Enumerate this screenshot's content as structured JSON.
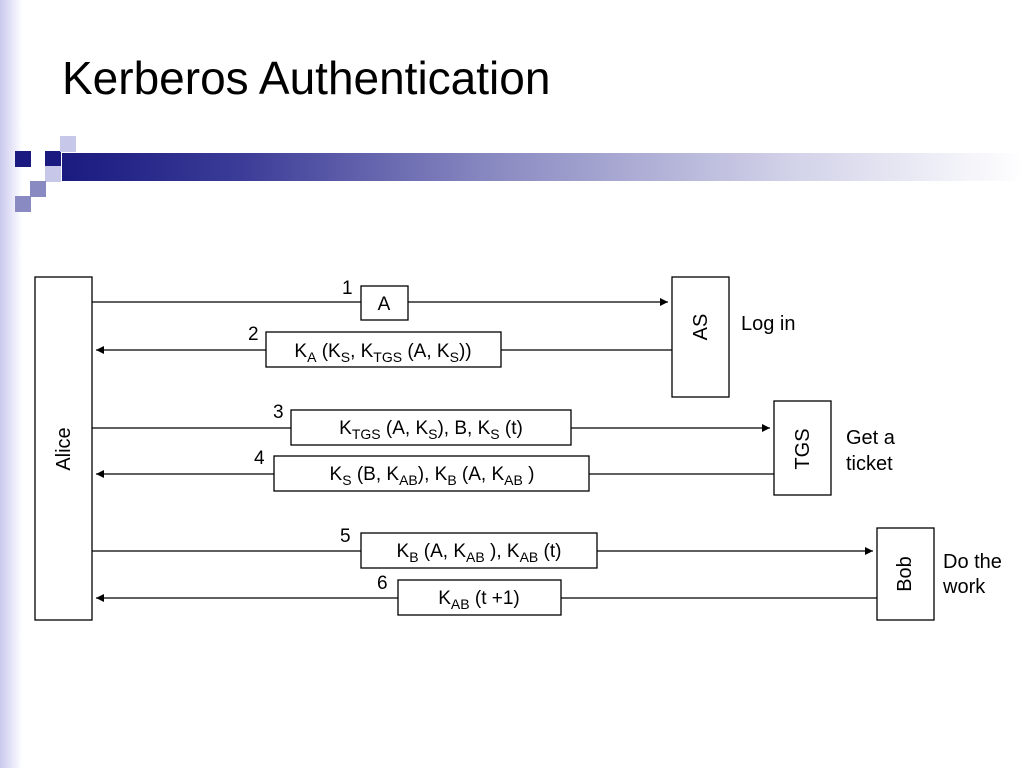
{
  "slide": {
    "title": "Kerberos Authentication"
  },
  "diagram": {
    "participants": {
      "alice": "Alice",
      "as": "AS",
      "tgs": "TGS",
      "bob": "Bob"
    },
    "side_labels": {
      "as": "Log in",
      "tgs_line1": "Get a",
      "tgs_line2": "ticket",
      "bob_line1": "Do the",
      "bob_line2": "work"
    },
    "messages": [
      {
        "number": "1",
        "direction": "right",
        "text": "A"
      },
      {
        "number": "2",
        "direction": "left",
        "text": "KA (KS, KTGS (A, KS))"
      },
      {
        "number": "3",
        "direction": "right",
        "text": "KTGS (A, KS), B, KS (t)"
      },
      {
        "number": "4",
        "direction": "left",
        "text": "KS (B, KAB), KB (A, KAB )"
      },
      {
        "number": "5",
        "direction": "right",
        "text": "KB (A, KAB ), KAB (t)"
      },
      {
        "number": "6",
        "direction": "left",
        "text": "KAB (t +1)"
      }
    ]
  },
  "colors": {
    "accent_dark": "#1a1a80",
    "accent_light": "#8a8ac2",
    "accent_pale": "#c7c7ea"
  }
}
